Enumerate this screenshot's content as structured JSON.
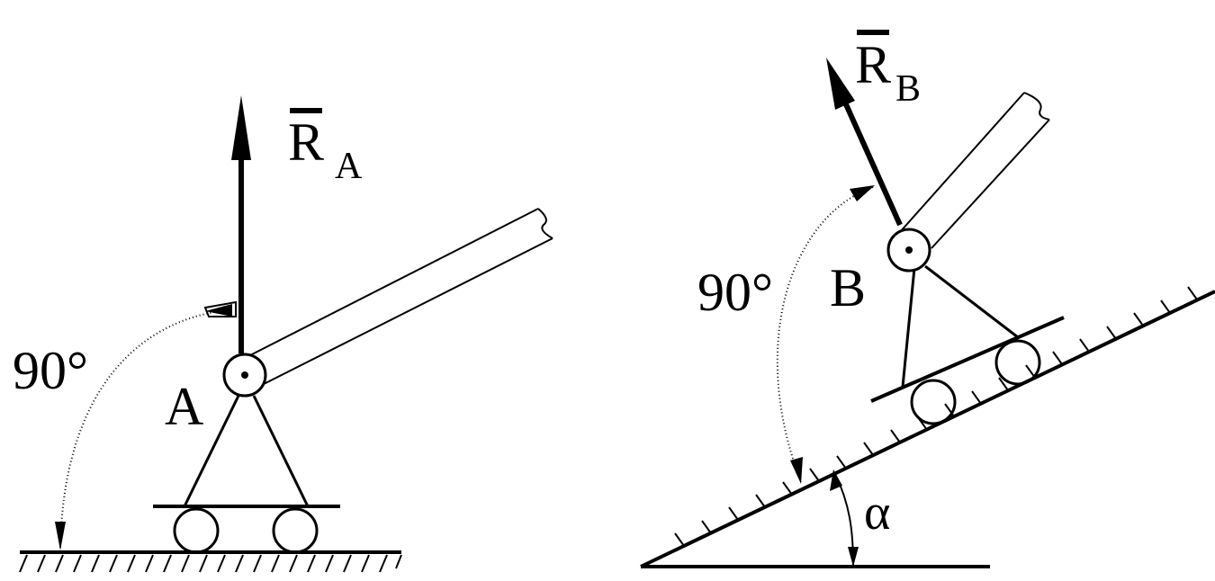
{
  "left_figure": {
    "force_label": "R",
    "force_subscript": "A",
    "joint_label": "A",
    "angle_label": "90°"
  },
  "right_figure": {
    "force_label": "R",
    "force_subscript": "B",
    "joint_label": "B",
    "angle_label": "90°",
    "incline_angle_label": "α"
  }
}
